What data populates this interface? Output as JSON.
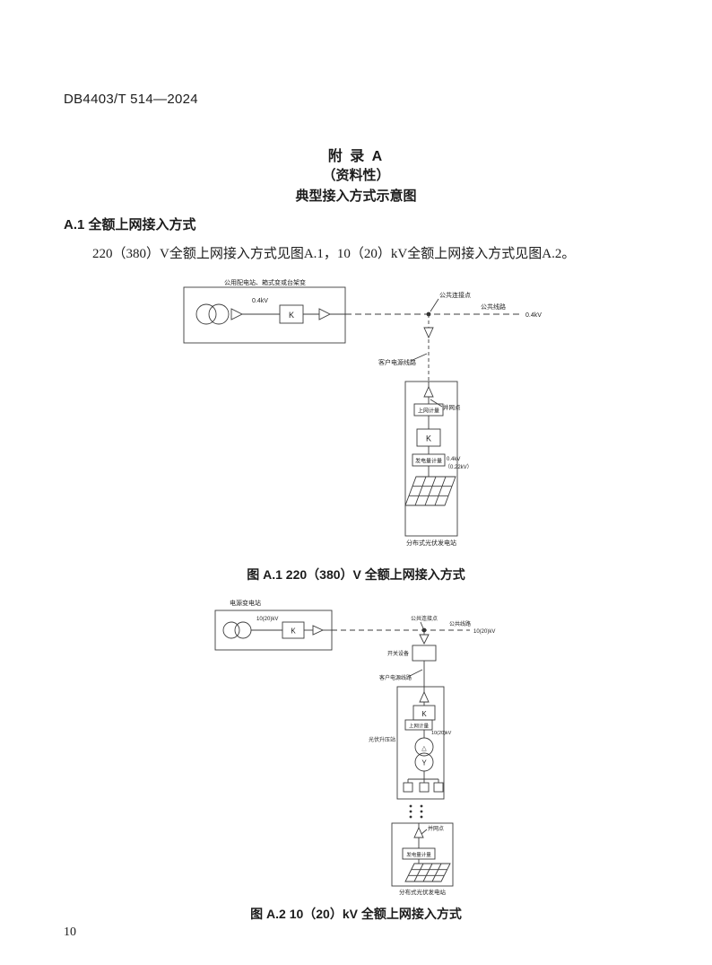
{
  "page": {
    "header": "DB4403/T 514—2024",
    "page_number": "10"
  },
  "appendix": {
    "line1": "附 录  A",
    "line2": "（资料性）",
    "line3": "典型接入方式示意图"
  },
  "section": {
    "heading": "A.1  全额上网接入方式",
    "paragraph": "220（380）V全额上网接入方式见图A.1，10（20）kV全额上网接入方式见图A.2。"
  },
  "figure_a1": {
    "caption": "图 A.1  220（380）V 全额上网接入方式",
    "labels": {
      "station": "公用配电站、箱式变或台架变",
      "k1": "K",
      "lv_inside": "0.4kV",
      "pcc": "公共连接点",
      "public_line": "公共线路",
      "lv_end": "0.4kV",
      "customer_line": "客户电源线路",
      "grid_meter": "上网计量",
      "grid_point": "并网点",
      "k2": "K",
      "gen_meter": "发电量计量",
      "gen_voltage_1": "0.4kV",
      "gen_voltage_2": "（0.22kV）",
      "pv_station": "分布式光伏发电站"
    }
  },
  "figure_a2": {
    "caption": "图 A.2  10（20）kV 全额上网接入方式",
    "labels": {
      "station": "电源变电站",
      "hv_inside": "10(20)kV",
      "k1": "K",
      "pcc": "公共连接点",
      "public_line": "公共线路",
      "hv_line": "10(20)kV",
      "switchgear": "开关设备",
      "customer_line": "客户电源线路",
      "k2": "K",
      "grid_meter": "上网计量",
      "hv_meter": "10(20)kV",
      "boost_station": "光伏升压站",
      "delta": "△",
      "wye": "Y",
      "grid_point": "并网点",
      "gen_meter": "发电量计量",
      "pv_station": "分布式光伏发电站"
    }
  }
}
